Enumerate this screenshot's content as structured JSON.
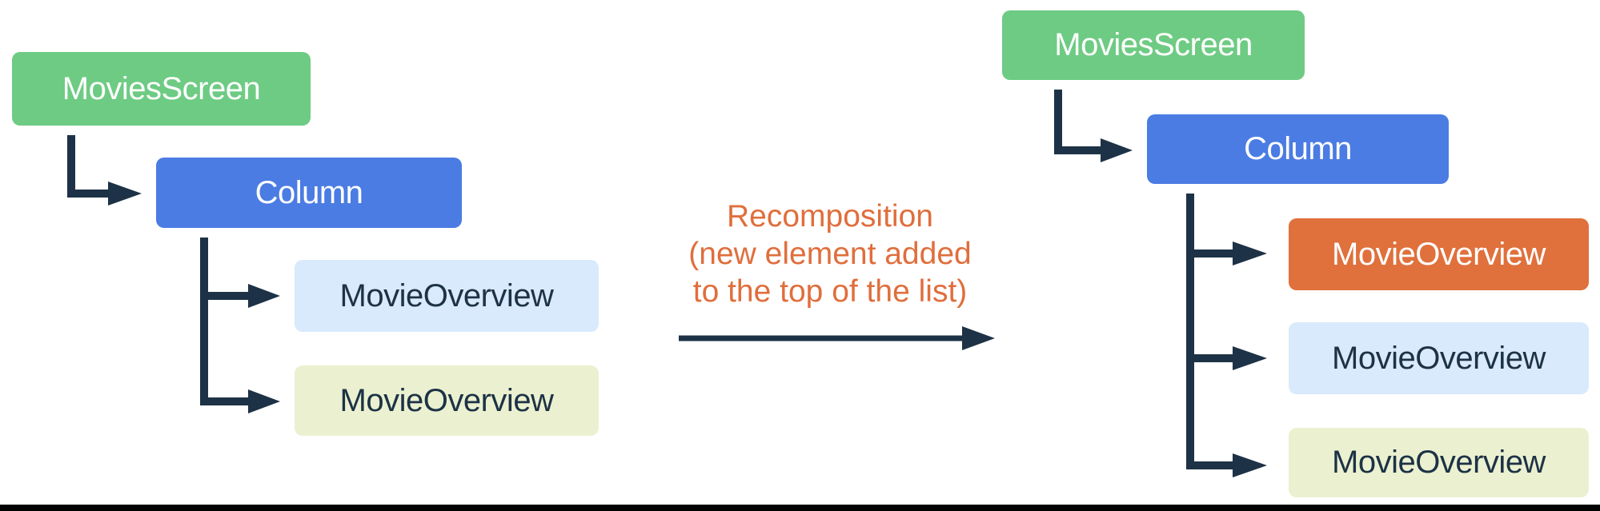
{
  "colors": {
    "root_green": "#6ECB83",
    "column_blue": "#4B7CE3",
    "item_light_blue": "#D8EAFB",
    "item_pale_yellow": "#EBF1D0",
    "item_orange": "#E0703C",
    "connector_navy": "#1D3246",
    "caption_orange": "#E06E3C",
    "node_text_light": "#FFFFFF",
    "node_text_dark": "#1D3246",
    "footer_black": "#000000"
  },
  "before": {
    "root": "MoviesScreen",
    "column": "Column",
    "children": [
      "MovieOverview",
      "MovieOverview"
    ]
  },
  "caption": {
    "lines": [
      "Recomposition",
      "(new element added",
      "to the top of the list)"
    ]
  },
  "after": {
    "root": "MoviesScreen",
    "column": "Column",
    "children": [
      "MovieOverview",
      "MovieOverview",
      "MovieOverview"
    ]
  }
}
